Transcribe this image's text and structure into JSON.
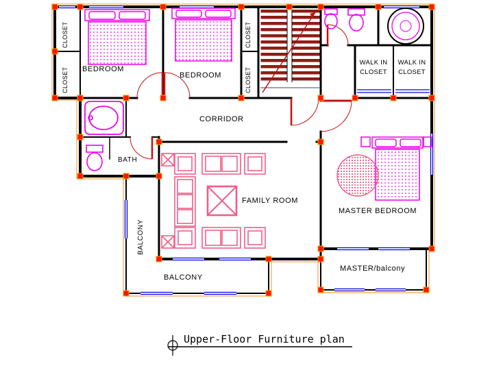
{
  "drawing": {
    "title": "Upper-Floor Furniture plan"
  },
  "rooms": {
    "closet_top_left_upper": "CLOSET",
    "closet_top_left_lower": "CLOSET",
    "bedroom_left": "BEDROOM",
    "bedroom_middle": "BEDROOM",
    "closet_mid_upper": "CLOSET",
    "closet_mid_lower": "CLOSET",
    "corridor": "CORRIDOR",
    "bath": "BATH",
    "family_room": "FAMILY ROOM",
    "walk_in_closet_left": "WALK IN CLOSET",
    "walk_in_closet_right": "WALK IN CLOSET",
    "master_bedroom": "MASTER BEDROOM",
    "balcony_side": "BALCONY",
    "balcony_bottom": "BALCONY",
    "master_balcony": "MASTER/balcony"
  },
  "colors": {
    "wall": "#000000",
    "furniture": "#ee00ee",
    "sofa": "#ef5f88",
    "window": "#0000dd",
    "marker": "#ff1500",
    "marker_outline": "#ffa500",
    "boundary": "#f2a24e",
    "stair": "#8e1d15",
    "door": "#c40f0f",
    "text": "#000000"
  }
}
